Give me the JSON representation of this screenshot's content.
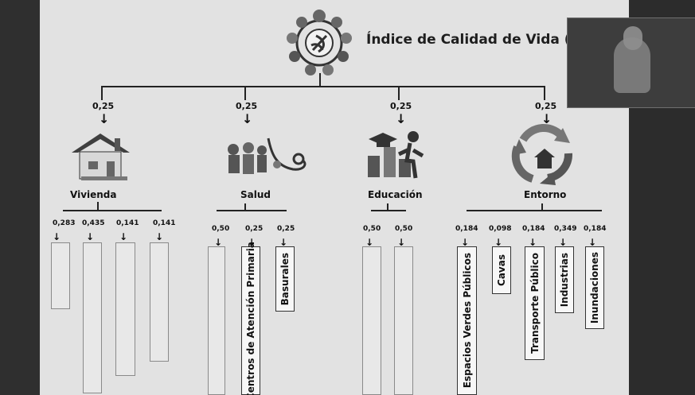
{
  "title": "Índice de Calidad de Vida (ICV)",
  "colors": {
    "slide": "#e2e2e2",
    "dark": "#2f2f2f",
    "lines": "#222222"
  },
  "top_weights": [
    "0,25",
    "0,25",
    "0,25",
    "0,25"
  ],
  "categories": [
    "Vivienda",
    "Salud",
    "Educación",
    "Entorno"
  ],
  "subweights": {
    "vivienda": [
      "0,283",
      "0,435",
      "0,141",
      "0,141"
    ],
    "salud": [
      "0,50",
      "0,25",
      "0,25"
    ],
    "educacion": [
      "0,50",
      "0,50"
    ],
    "entorno": [
      "0,184",
      "0,098",
      "0,184",
      "0,349",
      "0,184"
    ]
  },
  "visible_indicators": {
    "salud": [
      "Centros de Atención Primaria",
      "Basurales"
    ],
    "entorno": [
      "Espacios Verdes Públicos",
      "Cavas",
      "Transporte Público",
      "Industrias",
      "Inundaciones"
    ]
  },
  "icons": [
    "quality-of-life-logo-icon",
    "house-icon",
    "health-icon",
    "education-icon",
    "environment-cycle-icon",
    "webcam-person-icon"
  ]
}
